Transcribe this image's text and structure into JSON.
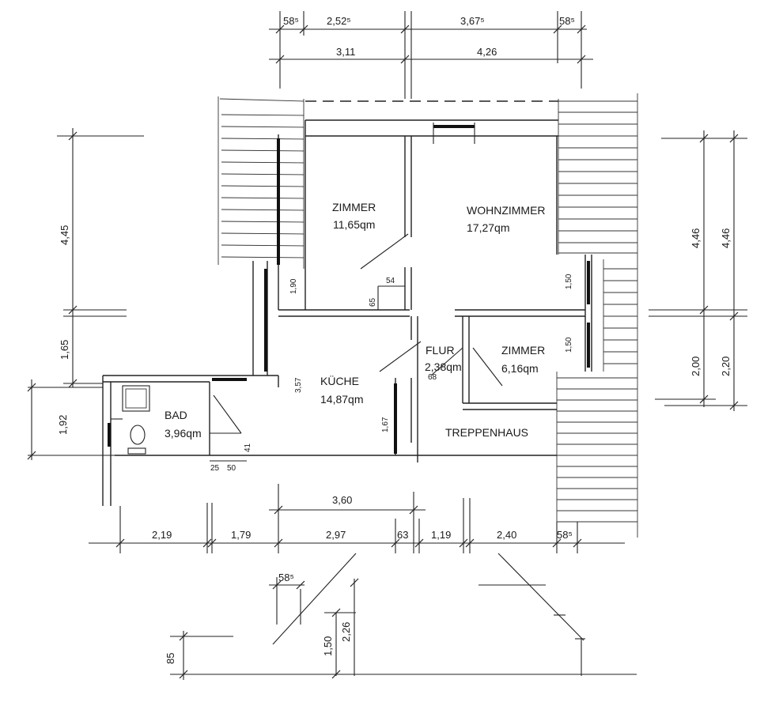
{
  "rooms": {
    "zimmer1": {
      "name": "ZIMMER",
      "area": "11,65qm"
    },
    "wohnzimmer": {
      "name": "WOHNZIMMER",
      "area": "17,27qm"
    },
    "zimmer2": {
      "name": "ZIMMER",
      "area": "6,16qm"
    },
    "kueche": {
      "name": "KÜCHE",
      "area": "14,87qm"
    },
    "flur": {
      "name": "FLUR",
      "area": "2,38qm"
    },
    "bad": {
      "name": "BAD",
      "area": "3,96qm"
    },
    "treppenhaus": {
      "name": "TREPPENHAUS"
    }
  },
  "dimensions": {
    "top_row1": [
      "58⁵",
      "2,52⁵",
      "3,67⁵",
      "58⁵"
    ],
    "top_row2": [
      "3,11",
      "4,26"
    ],
    "left": [
      "4,45",
      "1,65",
      "1,92"
    ],
    "right_inner": [
      "4,46",
      "2,00"
    ],
    "right_outer": [
      "4,46",
      "2,20"
    ],
    "interior": [
      "1,90",
      "65",
      "54",
      "1,50",
      "1,50",
      "3,57",
      "68",
      "1,67",
      "41",
      "25",
      "50"
    ],
    "bottom_upper": [
      "3,60"
    ],
    "bottom_row": [
      "2,19",
      "1,79",
      "2,97",
      "63",
      "1,19",
      "2,40",
      "58⁵"
    ],
    "section": [
      "58⁵",
      "1,50",
      "2,26",
      "85"
    ]
  }
}
